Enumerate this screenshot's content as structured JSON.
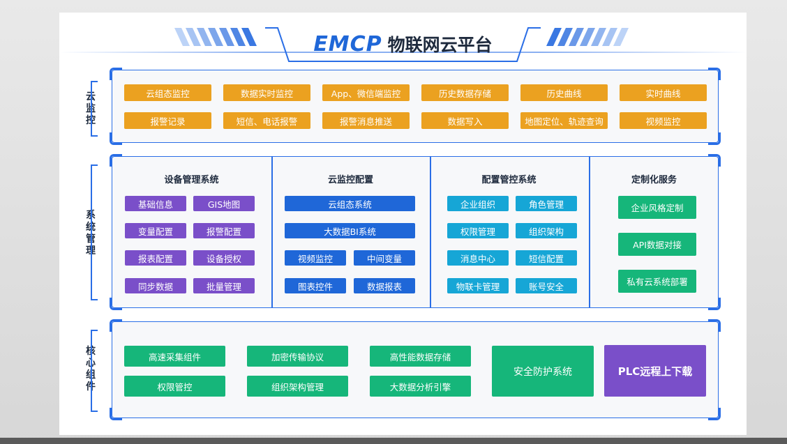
{
  "header": {
    "logo": "EMCP",
    "title": "物联网云平台"
  },
  "rows": {
    "cloud_monitoring": {
      "label": [
        "云",
        "监",
        "控"
      ],
      "items": [
        "云组态监控",
        "数据实时监控",
        "App、微信端监控",
        "历史数据存储",
        "历史曲线",
        "实时曲线",
        "报警记录",
        "短信、电话报警",
        "报警消息推送",
        "数据写入",
        "地图定位、轨迹查询",
        "视频监控"
      ]
    },
    "system_management": {
      "label": [
        "系",
        "统",
        "管",
        "理"
      ],
      "columns": [
        {
          "title": "设备管理系统",
          "items": [
            "基础信息",
            "GIS地图",
            "变量配置",
            "报警配置",
            "报表配置",
            "设备授权",
            "同步数据",
            "批量管理"
          ]
        },
        {
          "title": "云监控配置",
          "items": [
            "云组态系统",
            "大数据BI系统",
            "视频监控",
            "中间变量",
            "图表控件",
            "数据报表"
          ]
        },
        {
          "title": "配置管控系统",
          "items": [
            "企业组织",
            "角色管理",
            "权限管理",
            "组织架构",
            "消息中心",
            "短信配置",
            "物联卡管理",
            "账号安全"
          ]
        },
        {
          "title": "定制化服务",
          "items": [
            "企业风格定制",
            "API数据对接",
            "私有云系统部署"
          ]
        }
      ]
    },
    "core_components": {
      "label": [
        "核",
        "心",
        "组",
        "件"
      ],
      "items": [
        "高速采集组件",
        "加密传输协议",
        "高性能数据存储",
        "权限管控",
        "组织架构管理",
        "大数据分析引擎"
      ],
      "security": "安全防护系统",
      "plc": "PLC远程上下载"
    }
  },
  "colors": {
    "accent_blue": "#1f67d8",
    "orange": "#eba120",
    "purple": "#7a4fc9",
    "cyan": "#16a6d6",
    "green": "#16b67a"
  }
}
